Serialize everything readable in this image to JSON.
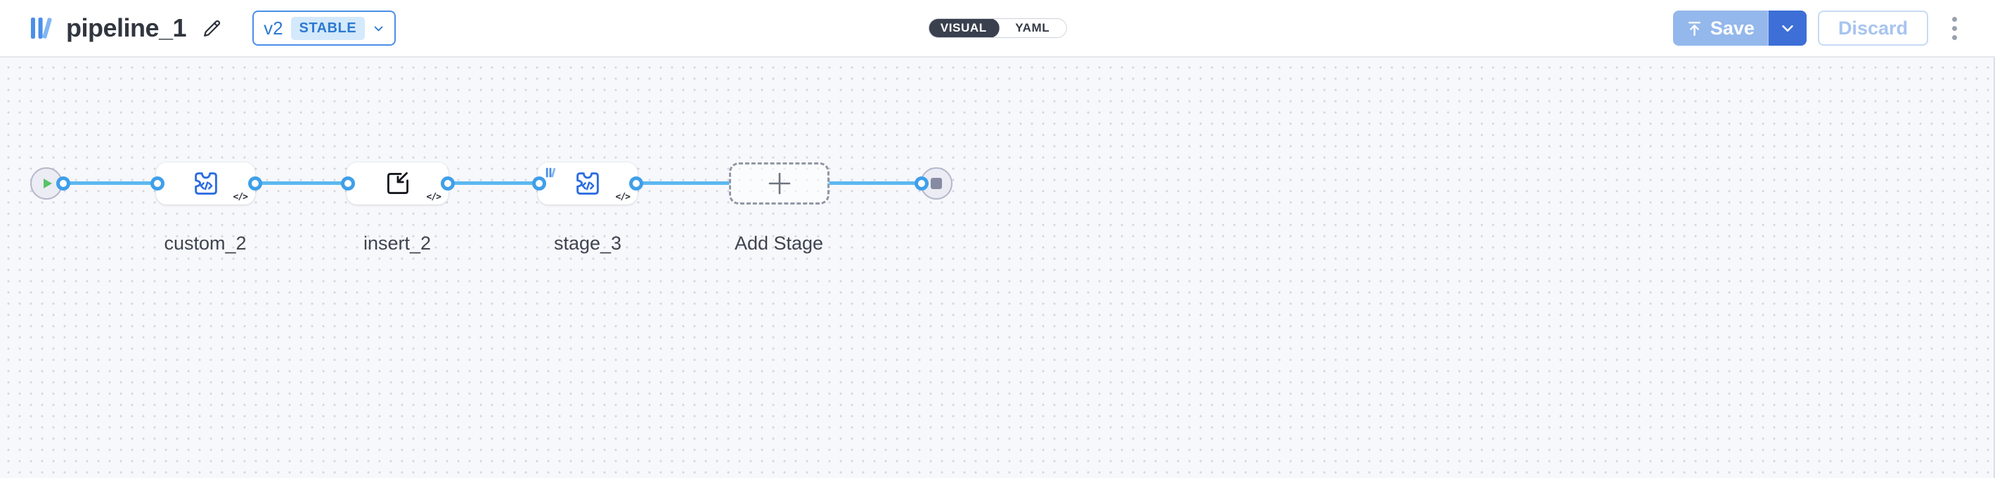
{
  "header": {
    "title": "pipeline_1",
    "version": {
      "label": "v2",
      "status": "STABLE"
    },
    "view_toggle": {
      "options": [
        "VISUAL",
        "YAML"
      ],
      "selected": "VISUAL"
    },
    "actions": {
      "save": "Save",
      "discard": "Discard"
    }
  },
  "canvas": {
    "start_node": {
      "icon": "play-icon"
    },
    "end_node": {
      "icon": "stop-icon"
    },
    "stages": [
      {
        "label": "custom_2",
        "icon": "custom-code-puzzle-icon",
        "badge": "</>"
      },
      {
        "label": "insert_2",
        "icon": "insert-icon",
        "badge": "</>"
      },
      {
        "label": "stage_3",
        "icon": "custom-code-puzzle-icon",
        "badge": "</>",
        "corner_icon": "library-icon"
      }
    ],
    "add_stage": {
      "label": "Add Stage",
      "icon": "plus-icon"
    }
  },
  "icons": {
    "logo": "library-logo-icon",
    "edit": "pencil-icon",
    "version_chevron": "chevron-down-icon",
    "save": "upload-icon",
    "save_chevron": "chevron-down-icon",
    "menu": "kebab-menu-icon"
  },
  "colors": {
    "accent_blue": "#2e7ad1",
    "edge_blue": "#5cb8f0",
    "port_ring": "#3f9fe9",
    "node_icon_blue": "#2b6de0",
    "toggle_dark": "#3a404e",
    "save_disabled": "#94b8ec",
    "save_caret": "#3d6fd7",
    "canvas_bg": "#f7f8fb",
    "play_green": "#58c267",
    "stop_gray": "#868ba1"
  }
}
